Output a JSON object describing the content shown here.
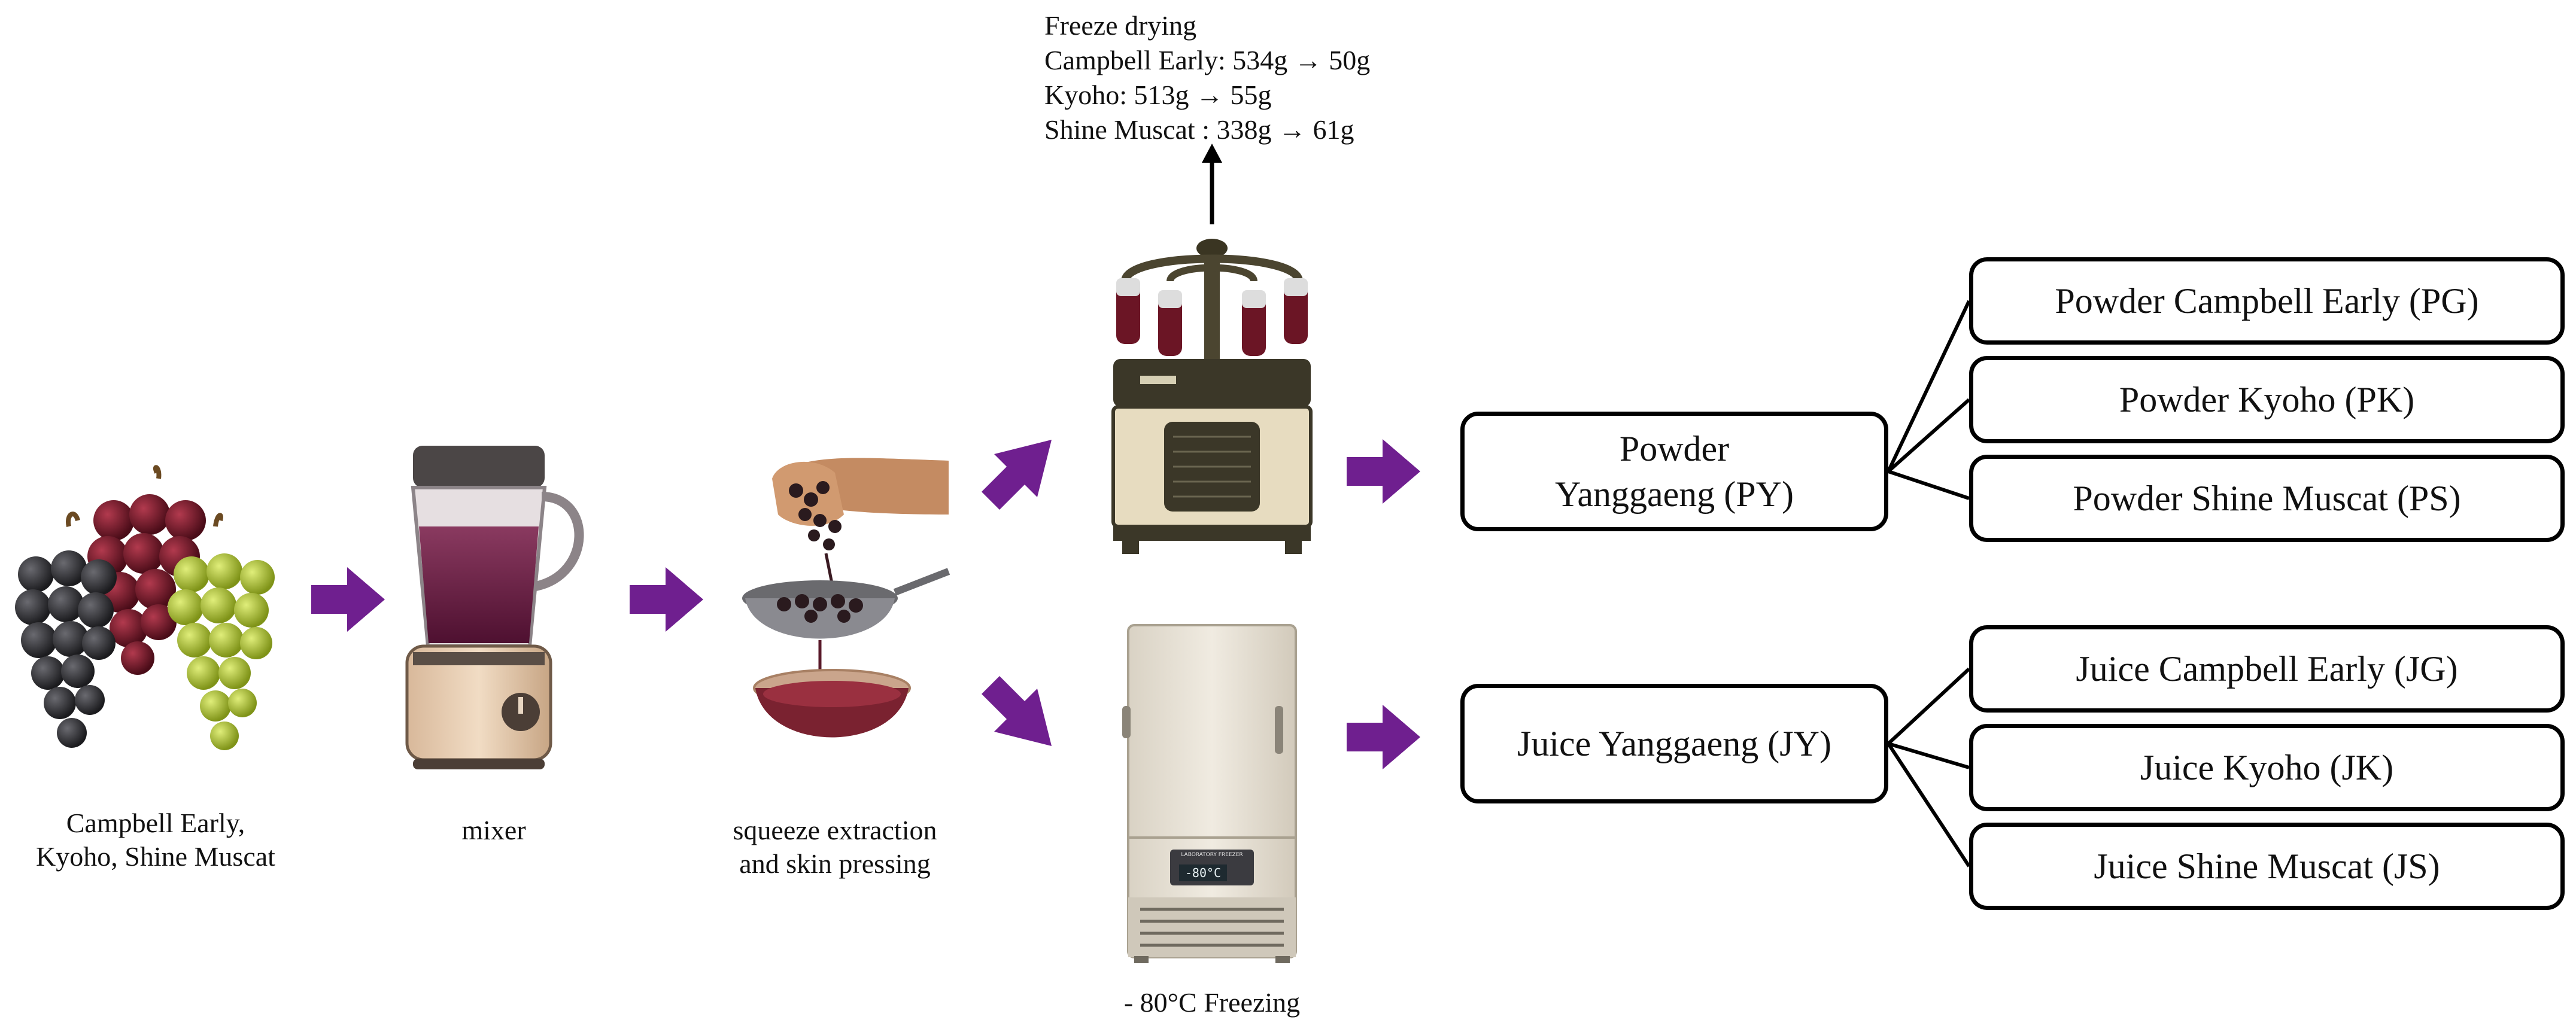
{
  "freeze_drying": {
    "title": "Freeze drying",
    "lines": [
      "Campbell Early: 534g → 50g",
      "Kyoho: 513g → 55g",
      "Shine Muscat : 338g → 61g"
    ]
  },
  "steps": {
    "grapes_caption": [
      "Campbell Early,",
      "Kyoho, Shine Muscat"
    ],
    "mixer_caption": "mixer",
    "extraction_caption": [
      "squeeze extraction",
      "and skin pressing"
    ],
    "freezing_caption": "- 80°C Freezing",
    "freezer_display": "-80°C",
    "freezer_panel_label": "LABORATORY FREEZER"
  },
  "powder": {
    "main": [
      "Powder",
      "Yanggaeng (PY)"
    ],
    "variants": [
      "Powder Campbell Early (PG)",
      "Powder Kyoho (PK)",
      "Powder Shine Muscat (PS)"
    ]
  },
  "juice": {
    "main": "Juice Yanggaeng (JY)",
    "variants": [
      "Juice Campbell Early (JG)",
      "Juice Kyoho (JK)",
      "Juice Shine Muscat (JS)"
    ]
  },
  "colors": {
    "arrow": "#6f1f8f",
    "box_border": "#000000",
    "grape_dark": "#2b2b2e",
    "grape_red": "#6b1525",
    "grape_green": "#a3b52a"
  }
}
